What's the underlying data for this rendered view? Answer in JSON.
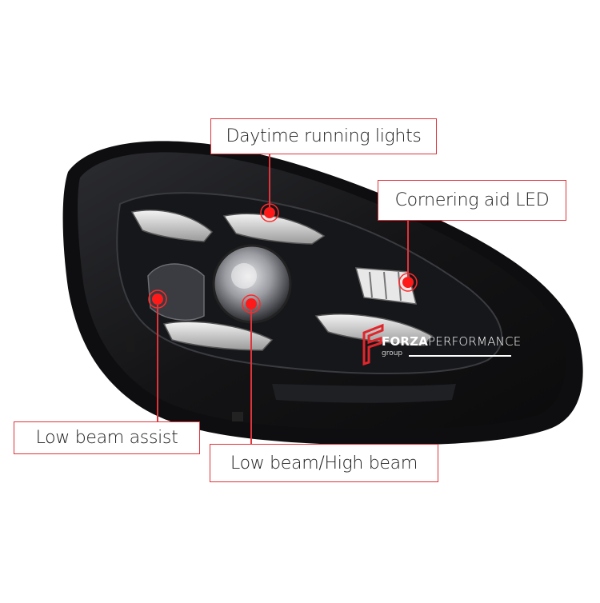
{
  "product": {
    "description": "Black LED headlight with annotated lighting functions",
    "colors": {
      "callout_border": "#e0333a",
      "marker": "#ff1a1a",
      "background": "#ffffff",
      "housing": "#111111"
    }
  },
  "brand": {
    "name_bold": "FORZA",
    "name_light": "PERFORMANCE",
    "sub": "group",
    "logo_icon": "stylized-F-icon",
    "accent": "#e0262b"
  },
  "callouts": [
    {
      "id": "drl",
      "label": "Daytime running lights"
    },
    {
      "id": "cornering",
      "label": "Cornering aid LED"
    },
    {
      "id": "low-assist",
      "label": "Low beam assist"
    },
    {
      "id": "low-high",
      "label": "Low beam/High beam"
    }
  ]
}
